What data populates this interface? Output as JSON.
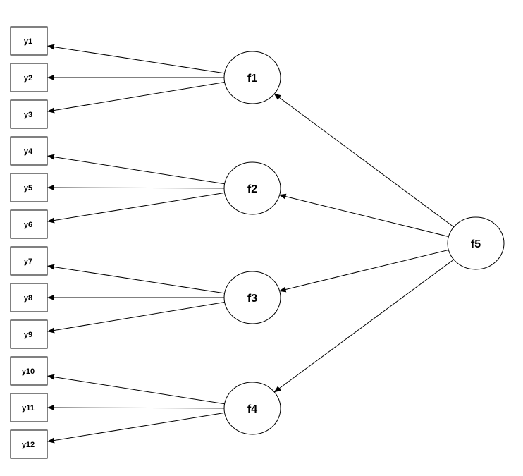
{
  "diagram": {
    "type": "path-diagram",
    "observed": [
      {
        "id": "y1",
        "label": "y1"
      },
      {
        "id": "y2",
        "label": "y2"
      },
      {
        "id": "y3",
        "label": "y3"
      },
      {
        "id": "y4",
        "label": "y4"
      },
      {
        "id": "y5",
        "label": "y5"
      },
      {
        "id": "y6",
        "label": "y6"
      },
      {
        "id": "y7",
        "label": "y7"
      },
      {
        "id": "y8",
        "label": "y8"
      },
      {
        "id": "y9",
        "label": "y9"
      },
      {
        "id": "y10",
        "label": "y10"
      },
      {
        "id": "y11",
        "label": "y11"
      },
      {
        "id": "y12",
        "label": "y12"
      }
    ],
    "latent": [
      {
        "id": "f1",
        "label": "f1"
      },
      {
        "id": "f2",
        "label": "f2"
      },
      {
        "id": "f3",
        "label": "f3"
      },
      {
        "id": "f4",
        "label": "f4"
      },
      {
        "id": "f5",
        "label": "f5"
      }
    ],
    "paths": [
      {
        "from": "f1",
        "to": "y1"
      },
      {
        "from": "f1",
        "to": "y2"
      },
      {
        "from": "f1",
        "to": "y3"
      },
      {
        "from": "f2",
        "to": "y4"
      },
      {
        "from": "f2",
        "to": "y5"
      },
      {
        "from": "f2",
        "to": "y6"
      },
      {
        "from": "f3",
        "to": "y7"
      },
      {
        "from": "f3",
        "to": "y8"
      },
      {
        "from": "f3",
        "to": "y9"
      },
      {
        "from": "f4",
        "to": "y10"
      },
      {
        "from": "f4",
        "to": "y11"
      },
      {
        "from": "f4",
        "to": "y12"
      },
      {
        "from": "f5",
        "to": "f1"
      },
      {
        "from": "f5",
        "to": "f2"
      },
      {
        "from": "f5",
        "to": "f3"
      },
      {
        "from": "f5",
        "to": "f4"
      }
    ]
  }
}
